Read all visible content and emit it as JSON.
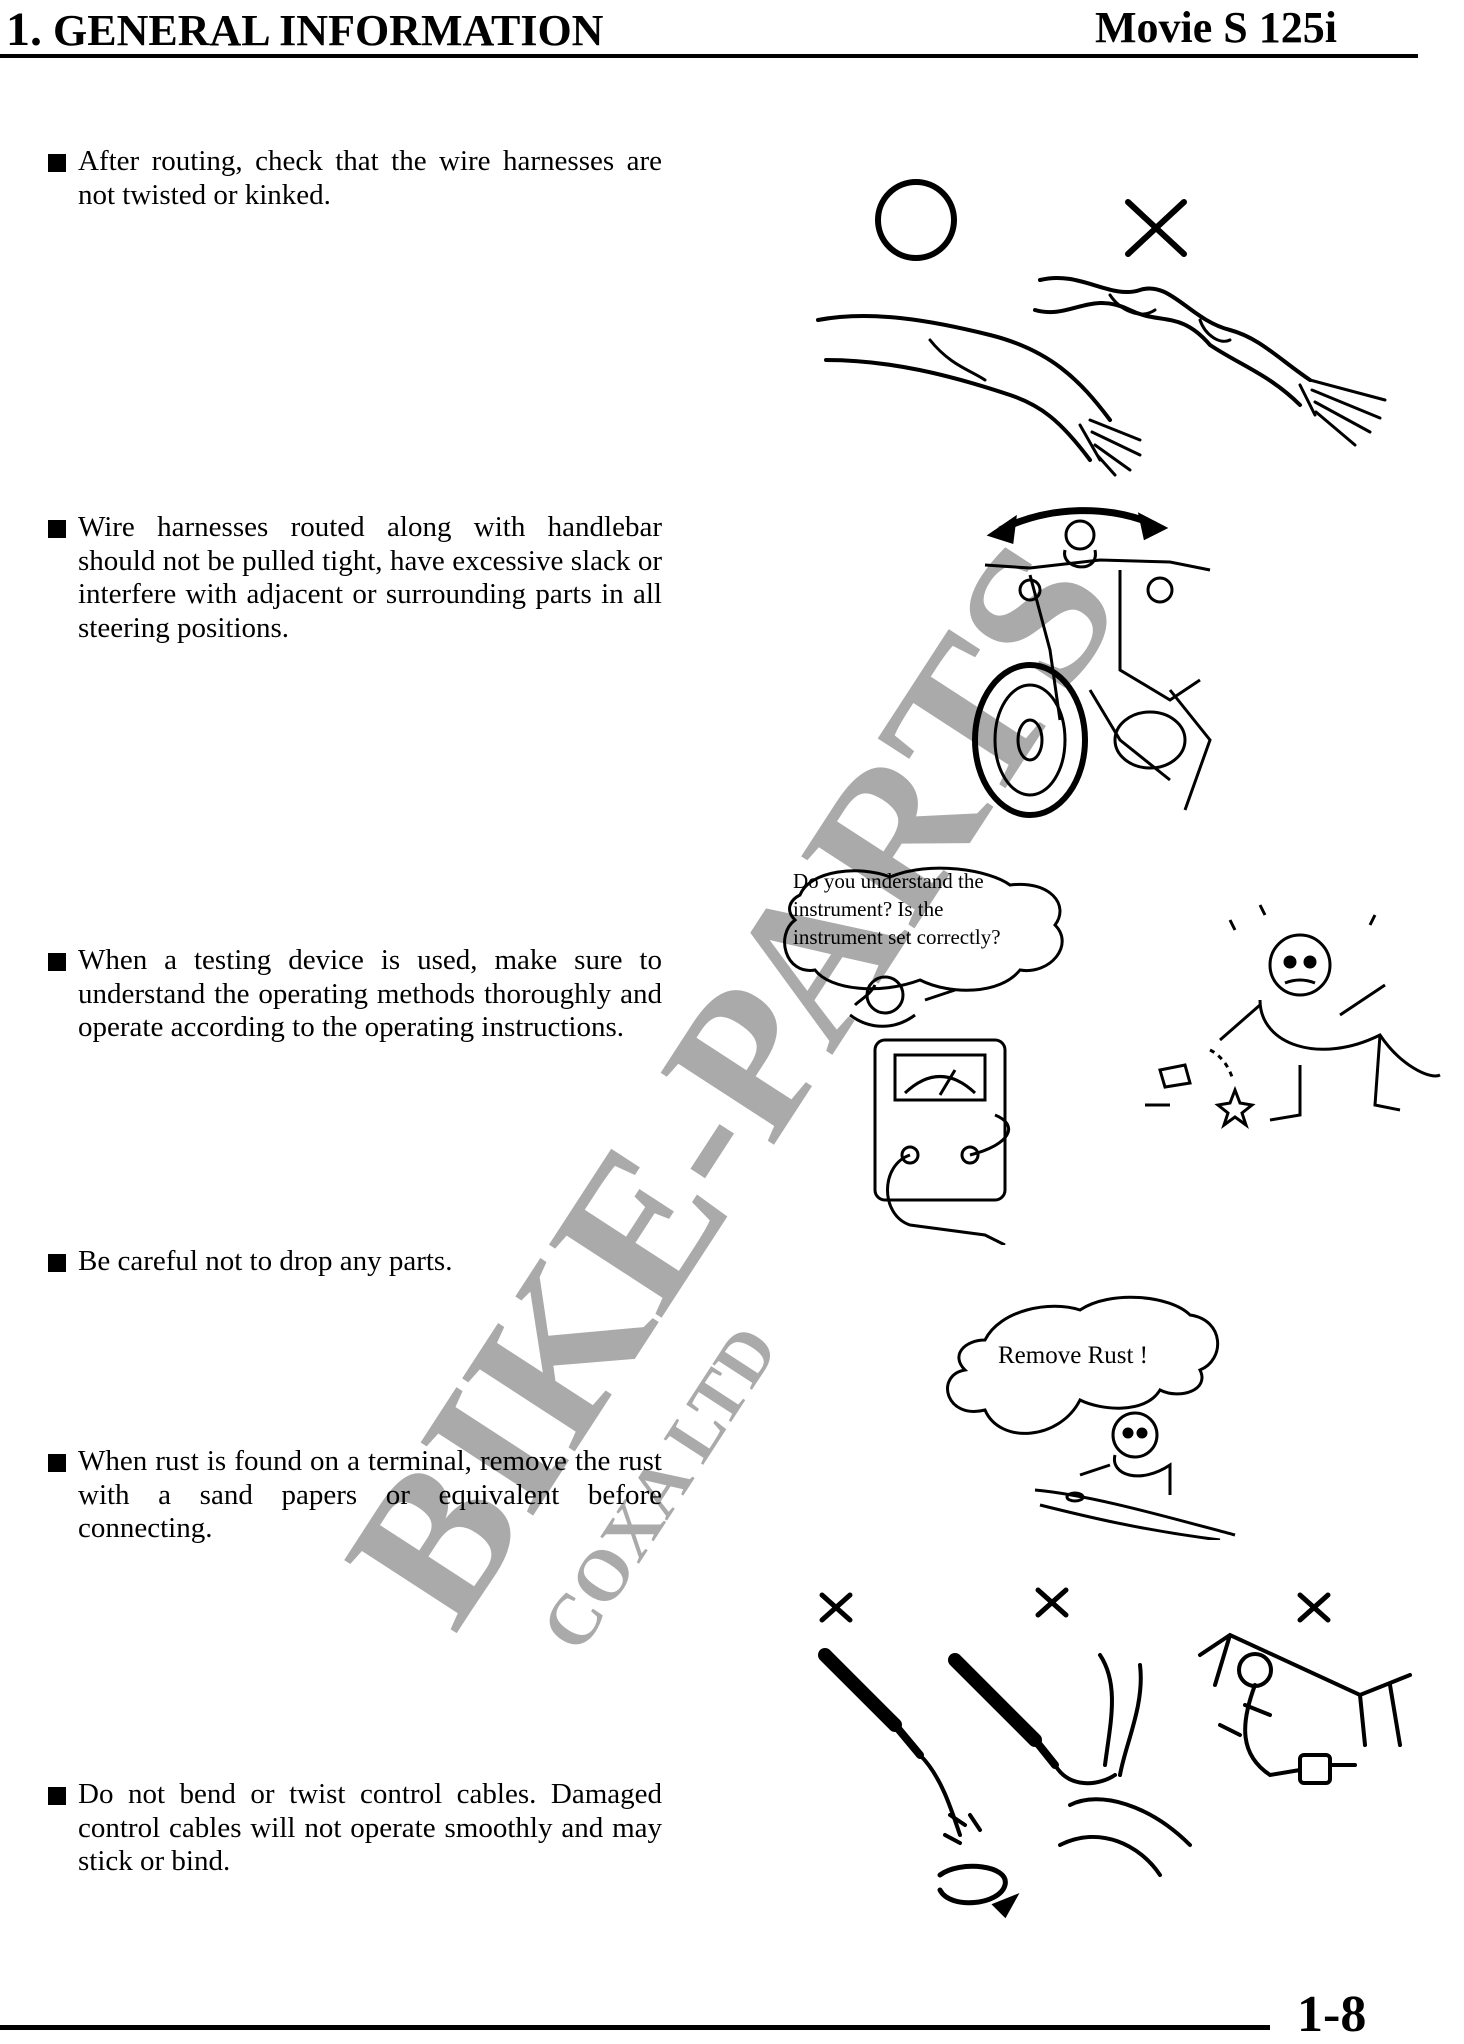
{
  "header": {
    "chapter_number": "1.",
    "chapter_title": "GENERAL INFORMATION",
    "model": "Movie S 125i"
  },
  "items": [
    {
      "text": "After routing, check that the wire harnesses are not twisted or kinked."
    },
    {
      "text": "Wire harnesses routed along with handlebar should not be pulled tight, have excessive slack or interfere with adjacent or surrounding parts in all steering positions."
    },
    {
      "text": "When a testing device is used, make sure to understand the operating methods thoroughly and operate according to the operating instructions."
    },
    {
      "text": "Be careful not to drop any parts."
    },
    {
      "text": "When rust is found on a terminal, remove the rust with a sand papers or equivalent before connecting."
    },
    {
      "text": "Do not bend or twist control cables. Damaged control cables will not operate smoothly and may stick or bind."
    }
  ],
  "figures": {
    "tester_bubble": "Do you understand the instrument?    Is the instrument set correctly?",
    "rust_bubble": "Remove Rust !"
  },
  "watermark": {
    "main": "BIKE-PARTS",
    "sub": "COXA LTD"
  },
  "footer": {
    "page_number": "1-8"
  }
}
